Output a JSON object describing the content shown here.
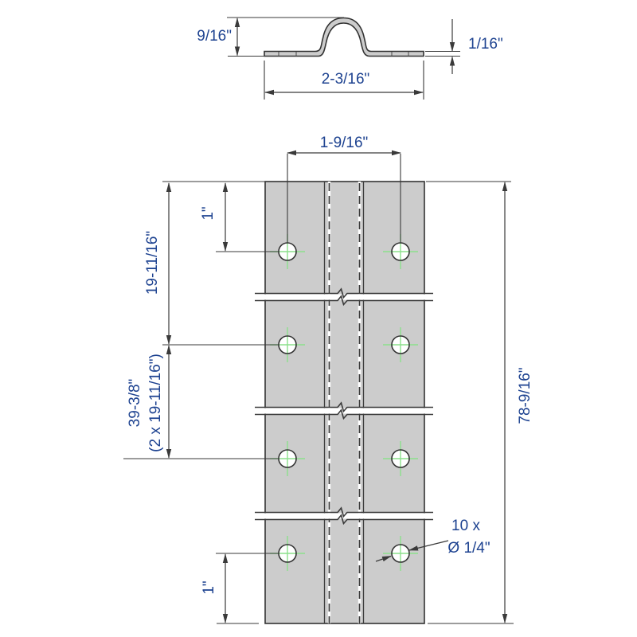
{
  "colors": {
    "background": "#ffffff",
    "dimension_text": "#1d4290",
    "drawing_lines": "#3a3a3a",
    "plate_fill": "#cccccc",
    "hole_fill": "#ffffff",
    "centerline_green": "#8ce08c"
  },
  "section_view": {
    "height_label": "9/16\"",
    "thickness_label": "1/16\"",
    "width_label": "2-3/16\""
  },
  "plan_view": {
    "hole_spacing_label": "1-9/16\"",
    "top_hole_offset_label": "1\"",
    "hole_pitch_label": "19-11/16\"",
    "double_pitch_label": "39-3/8\"",
    "double_pitch_note": "(2 x 19-11/16\")",
    "total_length_label": "78-9/16\"",
    "bottom_hole_offset_label": "1\"",
    "hole_count_label": "10 x",
    "hole_diameter_label": "Ø 1/4\""
  }
}
